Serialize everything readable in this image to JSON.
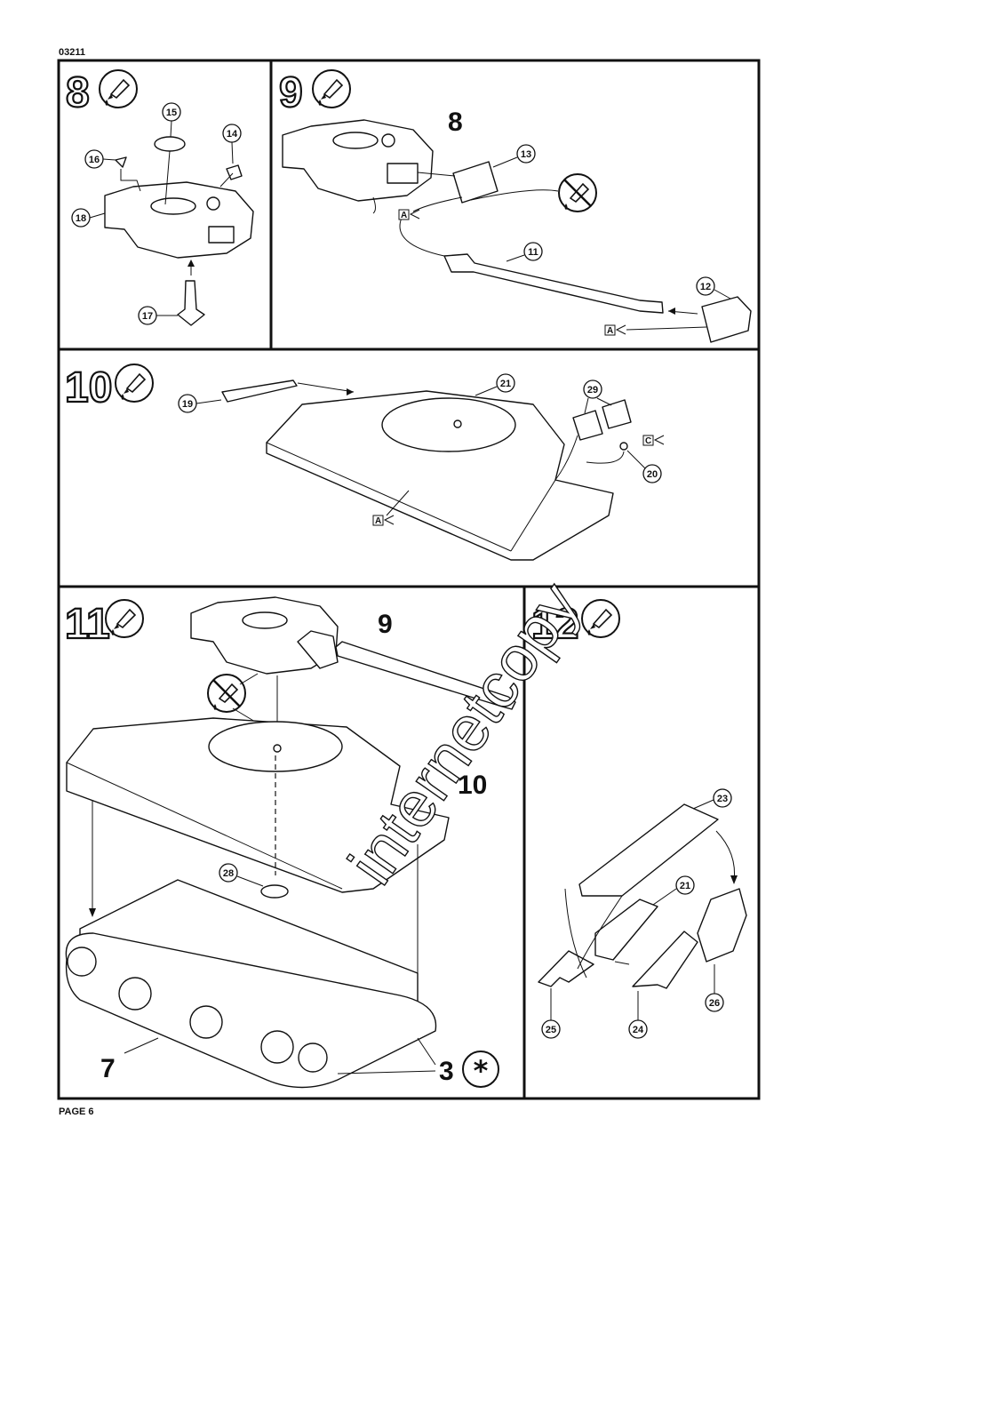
{
  "header": {
    "code": "03211"
  },
  "footer": {
    "page": "PAGE 6"
  },
  "watermark": "internetcopy",
  "steps": [
    {
      "number": "8",
      "parts": [
        "15",
        "14",
        "16",
        "18",
        "17"
      ]
    },
    {
      "number": "9",
      "ref": "8",
      "parts": [
        "13",
        "11",
        "12"
      ],
      "marks": [
        "A",
        "A"
      ]
    },
    {
      "number": "10",
      "parts": [
        "21",
        "29",
        "19",
        "20"
      ],
      "marks": [
        "C",
        "A"
      ]
    },
    {
      "number": "11",
      "refs": [
        "9",
        "10",
        "7",
        "3"
      ],
      "parts": [
        "28"
      ]
    },
    {
      "number": "12",
      "parts": [
        "23",
        "21",
        "26",
        "25",
        "24"
      ]
    }
  ],
  "labels": {
    "s8_15": "15",
    "s8_14": "14",
    "s8_16": "16",
    "s8_18": "18",
    "s8_17": "17",
    "s9_ref": "8",
    "s9_13": "13",
    "s9_11": "11",
    "s9_12": "12",
    "s9_markA1": "A",
    "s9_markA2": "A",
    "s10_21": "21",
    "s10_29": "29",
    "s10_19": "19",
    "s10_20": "20",
    "s10_markC": "C",
    "s10_markA": "A",
    "s11_ref9": "9",
    "s11_ref10": "10",
    "s11_ref7": "7",
    "s11_ref3": "3",
    "s11_28": "28",
    "s12_23": "23",
    "s12_21": "21",
    "s12_26": "26",
    "s12_25": "25",
    "s12_24": "24"
  },
  "icons": [
    "glue-tube-icon",
    "no-glue-icon",
    "paint-asterisk-icon"
  ]
}
